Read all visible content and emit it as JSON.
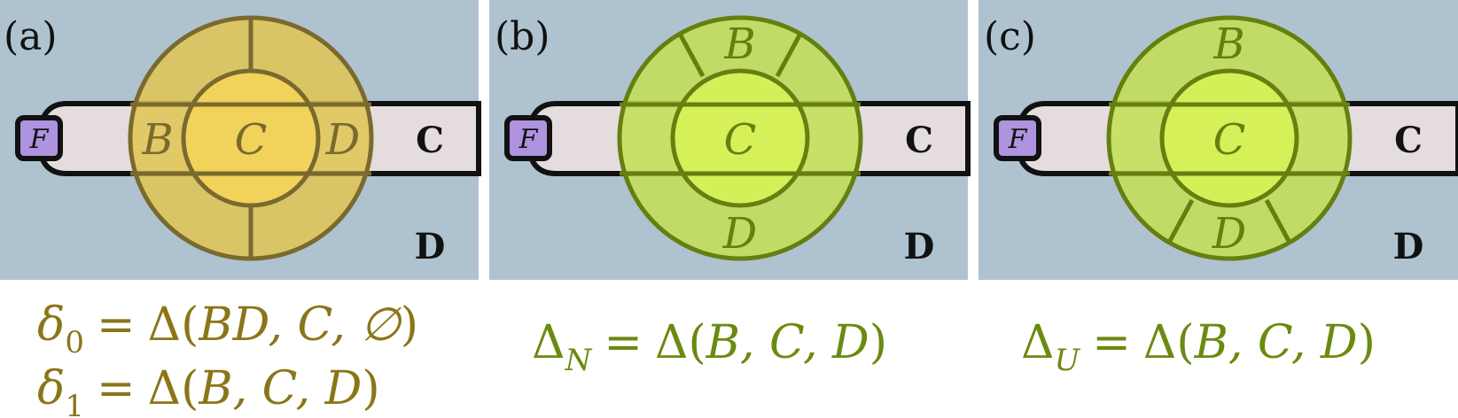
{
  "panels": [
    {
      "tag": "(a)",
      "regions": {
        "left": "B",
        "center": "C",
        "right": "D"
      },
      "strip_label": "C",
      "corner_label": "D",
      "box_label": "F",
      "colors": {
        "outer": "#e0c554",
        "inner": "#f3d35a",
        "stroke": "#7a6a2e",
        "text": "#7a6a2e"
      },
      "formulas": [
        {
          "sym": "δ",
          "sub": "0",
          "args": "BD, C, ∅"
        },
        {
          "sym": "δ",
          "sub": "1",
          "args": "B, C, D"
        }
      ],
      "formula_color": "#8a7518"
    },
    {
      "tag": "(b)",
      "regions": {
        "top": "B",
        "center": "C",
        "bottom": "D"
      },
      "strip_label": "C",
      "corner_label": "D",
      "box_label": "F",
      "colors": {
        "outer": "#c3e154",
        "inner": "#d6f257",
        "stroke": "#657f10",
        "text": "#657f10"
      },
      "formulas": [
        {
          "sym": "Δ",
          "sub": "N",
          "args": "B, C, D"
        }
      ],
      "formula_color": "#6b8a10"
    },
    {
      "tag": "(c)",
      "regions": {
        "top": "B",
        "center": "C",
        "bottom": "D"
      },
      "strip_label": "C",
      "corner_label": "D",
      "box_label": "F",
      "colors": {
        "outer": "#c3e154",
        "inner": "#d6f257",
        "stroke": "#657f10",
        "text": "#657f10"
      },
      "formulas": [
        {
          "sym": "Δ",
          "sub": "U",
          "args": "B, C, D"
        }
      ],
      "formula_color": "#6b8a10"
    }
  ],
  "strip_color": "#e5dcde",
  "box_fill": "#ae93de",
  "delta_symbol": "Δ",
  "equals": "="
}
